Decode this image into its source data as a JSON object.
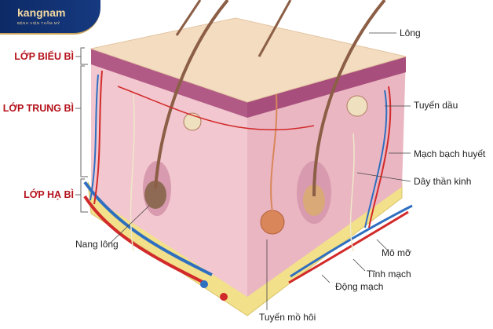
{
  "logo": {
    "brand": "kangnam",
    "subtitle": "BỆNH VIỆN THẨM MỸ"
  },
  "layers": {
    "epidermis": "LỚP BIỂU BÌ",
    "dermis": "LỚP TRUNG BÌ",
    "hypodermis": "LỚP HẠ BÌ"
  },
  "labels": {
    "hair": "Lông",
    "sebaceous_gland": "Tuyến dầu",
    "lymph_vessel": "Mạch bạch huyết",
    "nerve": "Dây thần kinh",
    "hair_follicle": "Nang lông",
    "fat_tissue": "Mô mỡ",
    "vein": "Tĩnh mạch",
    "artery": "Động mạch",
    "sweat_gland": "Tuyến mồ hôi"
  },
  "colors": {
    "layer_label": "#b5121b",
    "artery": "#d22a2a",
    "vein": "#2f6fc0",
    "skin_surface": "#f3dcc0",
    "dermis": "#f0c8d0",
    "fat": "#f2e08a"
  }
}
